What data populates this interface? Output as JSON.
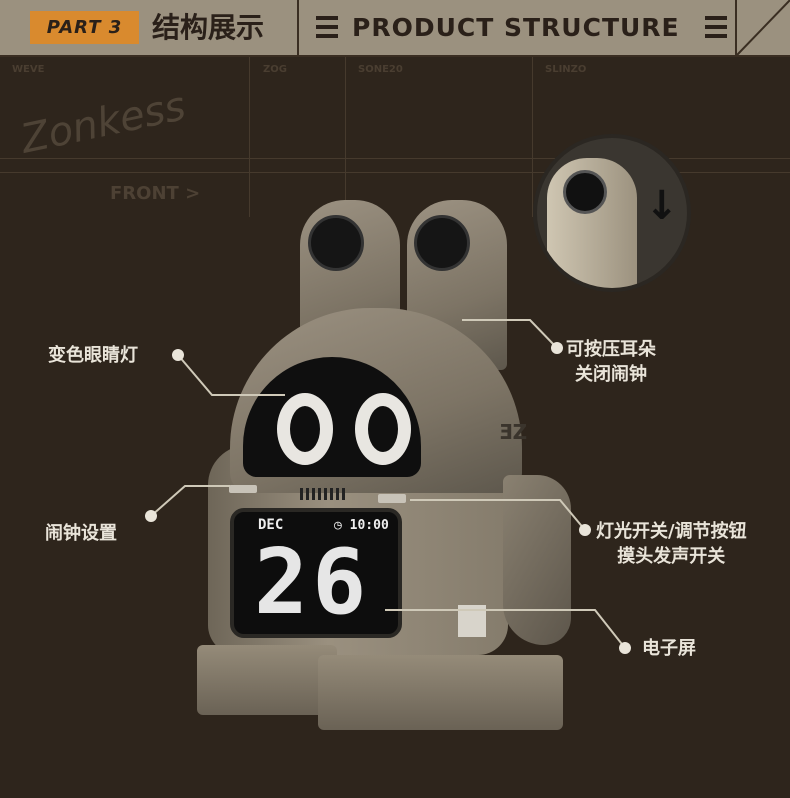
{
  "header": {
    "part_badge": "PART 3",
    "title_cn": "结构展示",
    "title_en": "PRODUCT STRUCTURE"
  },
  "background": {
    "grid_labels": [
      "WEVE",
      "ZOG",
      "SONE20",
      "SLINZO"
    ],
    "signature": "Zonkess",
    "front_label": "FRONT >"
  },
  "device": {
    "brand_mark": "ƎZ",
    "screen": {
      "month": "DEC",
      "time": "10:00",
      "day": "26"
    }
  },
  "callouts": {
    "eye_light": "变色眼睛灯",
    "ear_press": [
      "可按压耳朵",
      "关闭闹钟"
    ],
    "alarm_setting": "闹钟设置",
    "light_switch": [
      "灯光开关/调节按钮",
      "摸头发声开关"
    ],
    "screen": "电子屏"
  },
  "colors": {
    "accent": "#d98a2e",
    "header_bg": "#9b917f",
    "page_bg": "#2e251c"
  }
}
